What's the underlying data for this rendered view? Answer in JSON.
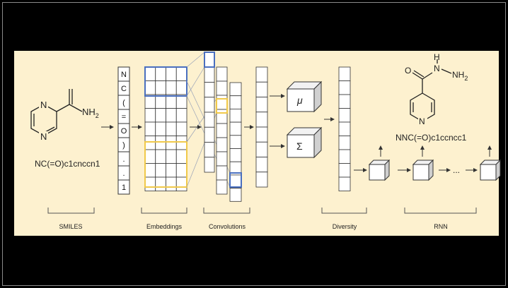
{
  "input": {
    "smiles": "NC(=O)c1cnccn1",
    "nh2": "NH",
    "nh2_sub": "2",
    "ring_n_top": "N",
    "ring_n_bottom": "N"
  },
  "token_column": [
    "N",
    "C",
    "(",
    "=",
    "O",
    ")",
    ".",
    ".",
    "1"
  ],
  "latent": {
    "mu": "μ",
    "sigma": "Σ"
  },
  "output": {
    "smiles": "NNC(=O)c1ccncc1",
    "o": "O",
    "h": "H",
    "n_mid": "N",
    "nh2": "NH",
    "nh2_sub": "2",
    "ring_n": "N",
    "ellipsis": "..."
  },
  "section_labels": [
    "SMILES",
    "Embeddings",
    "Convolutions",
    "Diversity",
    "RNN"
  ],
  "colors": {
    "panel": "#fdf1cf",
    "blue_highlight": "#4a6fbf",
    "yellow_highlight": "#f0c94a",
    "stroke": "#333333"
  }
}
